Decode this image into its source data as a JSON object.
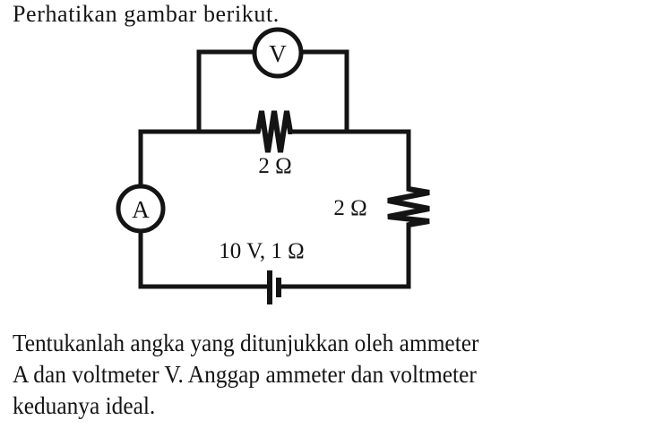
{
  "question": {
    "intro_line": "Perhatikan gambar berikut.",
    "body_lines": [
      "Tentukanlah angka yang ditunjukkan oleh ammeter",
      "A dan voltmeter V. Anggap ammeter dan voltmeter",
      "keduanya ideal."
    ]
  },
  "circuit": {
    "voltmeter_label": "V",
    "ammeter_label": "A",
    "parallel_resistor_label": "2 Ω",
    "series_resistor_label": "2 Ω",
    "battery_label": "10 V, 1 Ω",
    "ink_color": "#141414",
    "background_color": "#ffffff"
  }
}
